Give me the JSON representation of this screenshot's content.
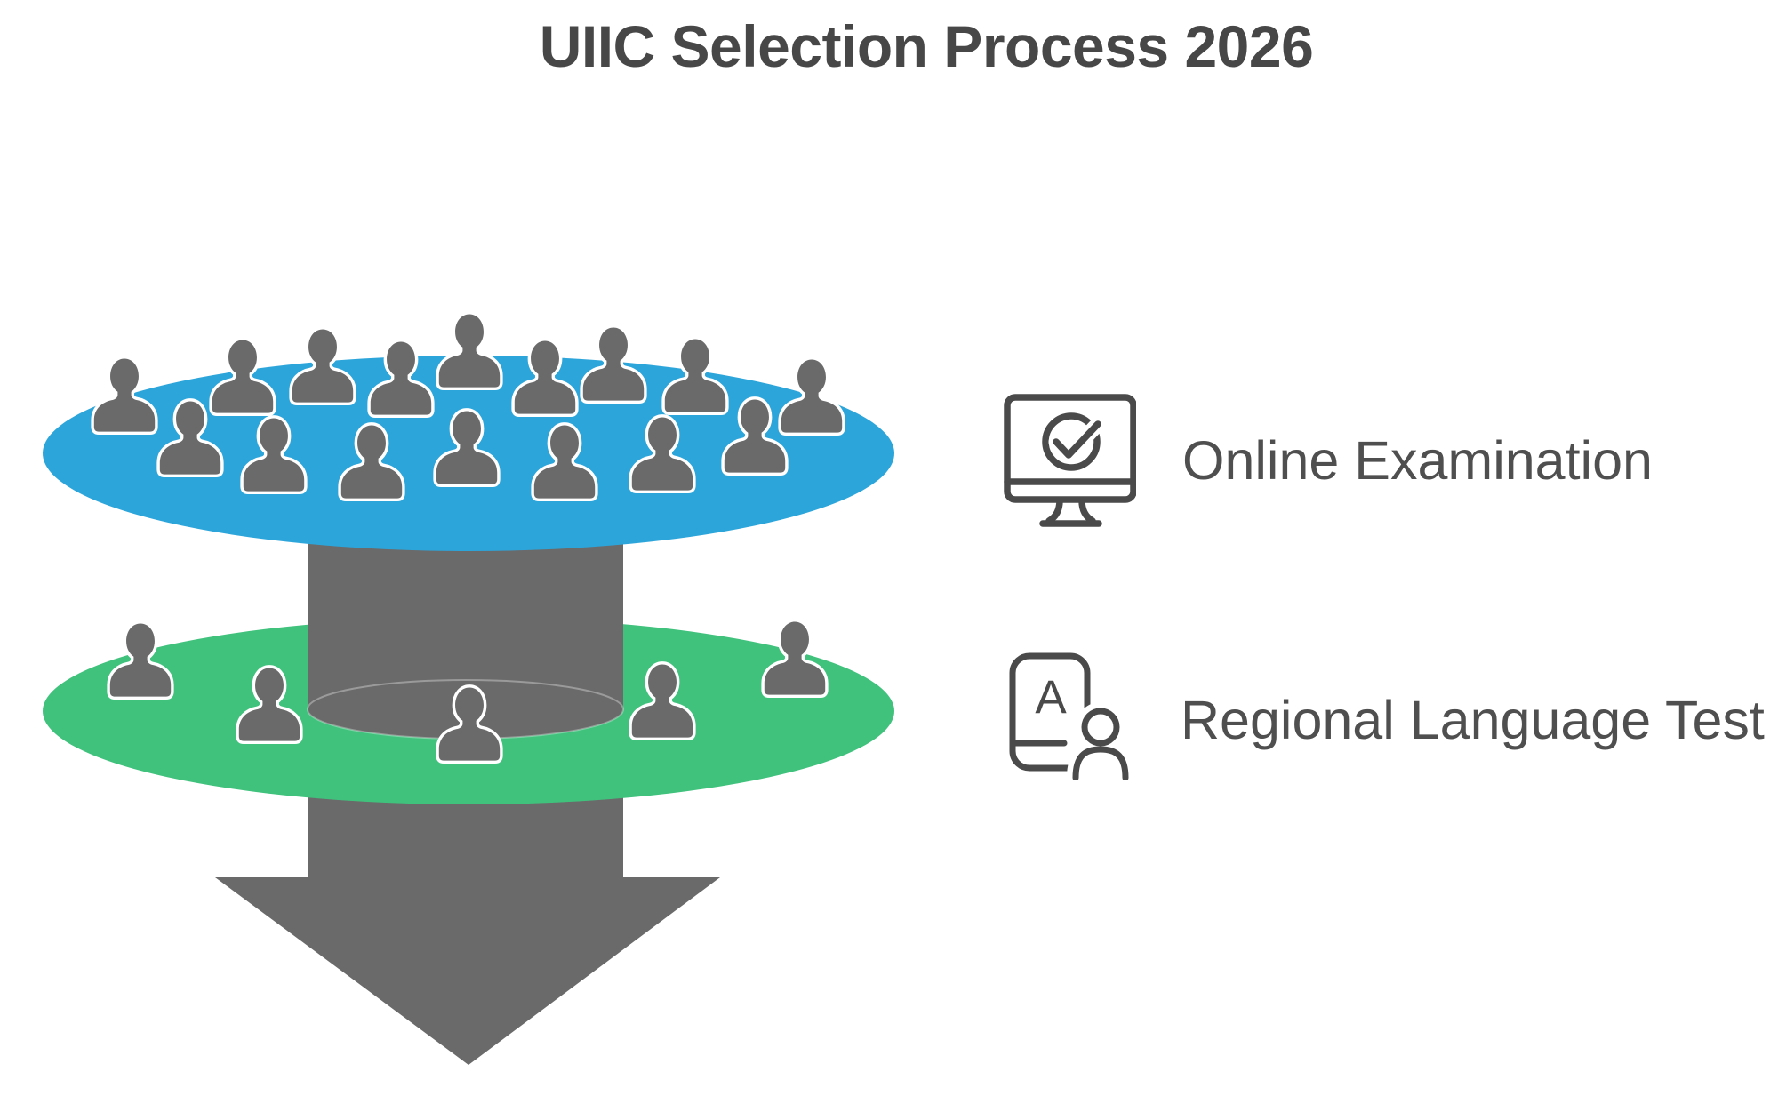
{
  "title": "UIIC Selection Process 2026",
  "diagram": {
    "name": "selection-funnel",
    "stage1": {
      "color": "#2CA5DB",
      "people_count": 16
    },
    "stage2": {
      "color": "#40C27D",
      "people_count": 5
    },
    "arrow_color": "#6A6A6A"
  },
  "steps": [
    {
      "label": "Online Examination",
      "icon": "monitor-check-icon"
    },
    {
      "label": "Regional Language Test",
      "icon": "language-card-person-icon",
      "icon_letter": "A"
    }
  ]
}
